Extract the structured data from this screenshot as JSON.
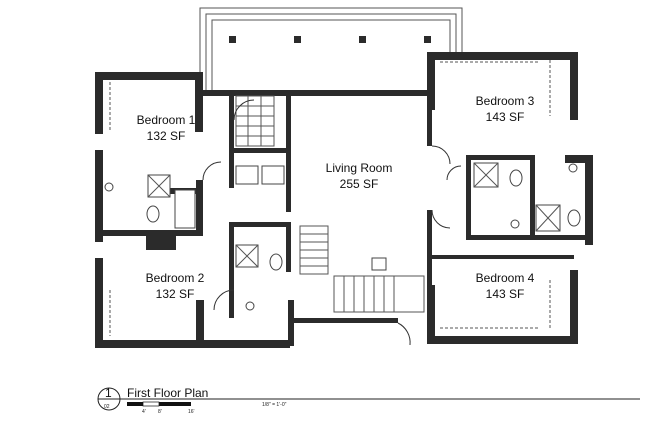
{
  "rooms": {
    "bedroom1": {
      "name": "Bedroom 1",
      "area": "132 SF"
    },
    "bedroom2": {
      "name": "Bedroom 2",
      "area": "132 SF"
    },
    "bedroom3": {
      "name": "Bedroom 3",
      "area": "143 SF"
    },
    "bedroom4": {
      "name": "Bedroom 4",
      "area": "143 SF"
    },
    "living": {
      "name": "Living Room",
      "area": "255 SF"
    }
  },
  "title_block": {
    "number": "1",
    "sheet": "02",
    "title": "First Floor Plan",
    "scale_note": "1/8\" = 1'-0\"",
    "scale_ticks": [
      "4'",
      "8'",
      "16'"
    ]
  },
  "colors": {
    "wall": "#2b2b2b",
    "line": "#555555",
    "background": "#ffffff"
  }
}
